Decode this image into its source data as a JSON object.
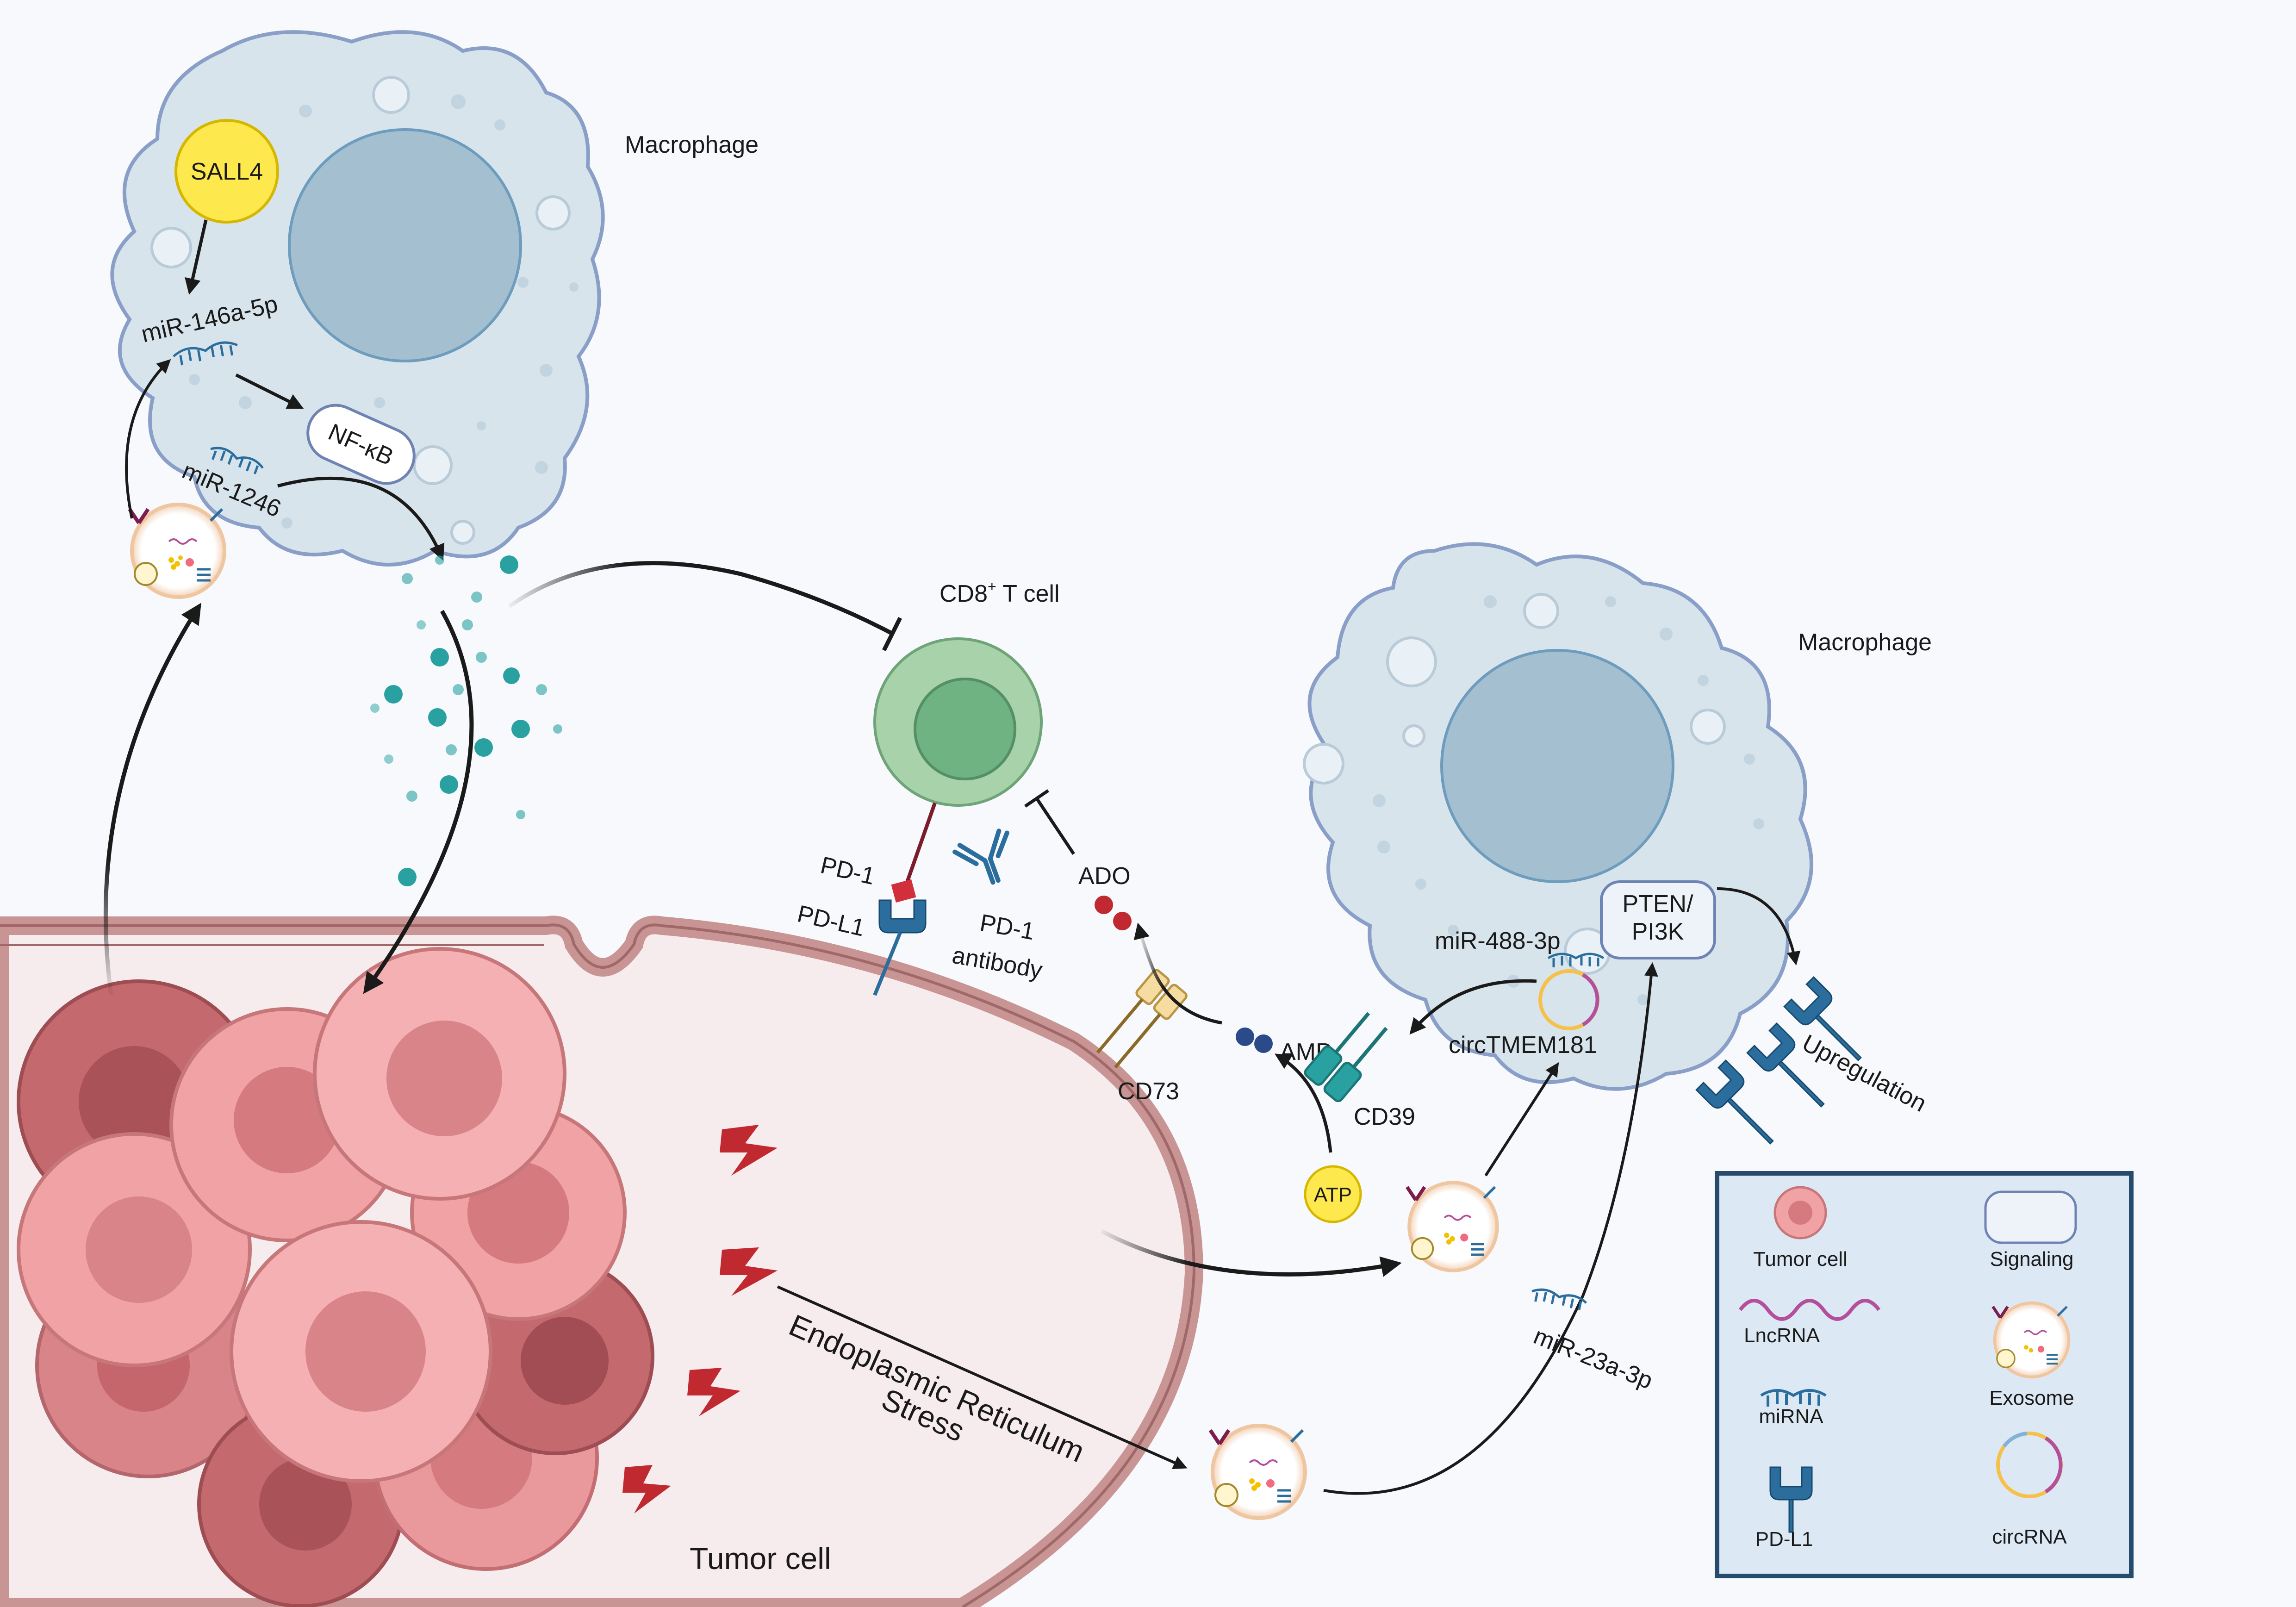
{
  "cells": {
    "macrophage_top": "Macrophage",
    "macrophage_right": "Macrophage",
    "cd8_prefix": "CD8",
    "cd8_sup": "+",
    "cd8_suffix": " T cell",
    "tumor_cell": "Tumor cell"
  },
  "molecules": {
    "sall4": "SALL4",
    "mir146": "miR-146a-5p",
    "nfkb": "NF-κB",
    "mir1246": "miR-1246",
    "pd1": "PD-1",
    "pdl1": "PD-L1",
    "pd1_antibody_line1": "PD-1",
    "pd1_antibody_line2": "antibody",
    "ado": "ADO",
    "cd73": "CD73",
    "amp": "AMP",
    "cd39": "CD39",
    "atp": "ATP",
    "mir488": "miR-488-3p",
    "circtmem": "circTMEM181",
    "pten_line1": "PTEN/",
    "pten_line2": "PI3K",
    "upregulation": "Upregulation",
    "mir23": "miR-23a-3p",
    "er_line1": "Endoplasmic Reticulum",
    "er_line2": "Stress"
  },
  "legend": {
    "tumor_cell": "Tumor cell",
    "signaling": "Signaling",
    "lncrna": "LncRNA",
    "exosome": "Exosome",
    "mirna": "miRNA",
    "pdl1": "PD-L1",
    "circrna": "circRNA"
  },
  "colors": {
    "background": "#f7f9fc",
    "macrophage_fill": "#d8e4ec",
    "macrophage_stroke": "#8a9fc8",
    "nucleus": "#a4bfd0",
    "tumor_membrane": "#c99494",
    "tumor_fill": "#f6ecee",
    "tumor_cell": "#f1a2a4",
    "tumor_cell_dark": "#c46a6e",
    "tcell": "#a7d2aa",
    "tcell_nucleus": "#6fb383",
    "sall4": "#fde84e",
    "receptor_blue": "#2b6e9e",
    "teal": "#2aa1a1",
    "ado_red": "#c0292f",
    "amp_blue": "#2b4a8a",
    "legend_bg": "#dde8f5",
    "legend_border": "#274b6d"
  }
}
